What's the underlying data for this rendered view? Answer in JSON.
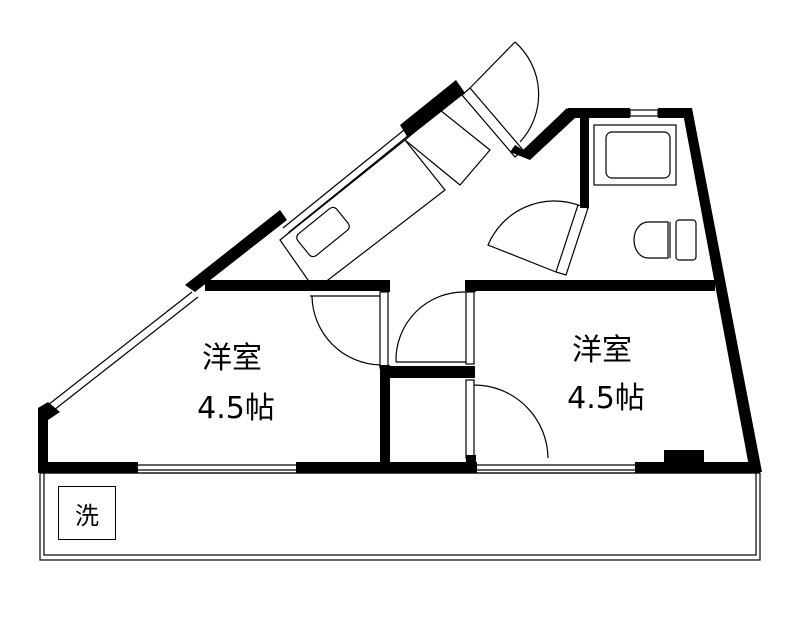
{
  "floorplan": {
    "rooms": [
      {
        "name": "洋室",
        "size": "4.5帖"
      },
      {
        "name": "洋室",
        "size": "4.5帖"
      }
    ],
    "balcony": {
      "washer_label": "洗"
    },
    "colors": {
      "wall": "#000000",
      "background": "#ffffff"
    }
  }
}
